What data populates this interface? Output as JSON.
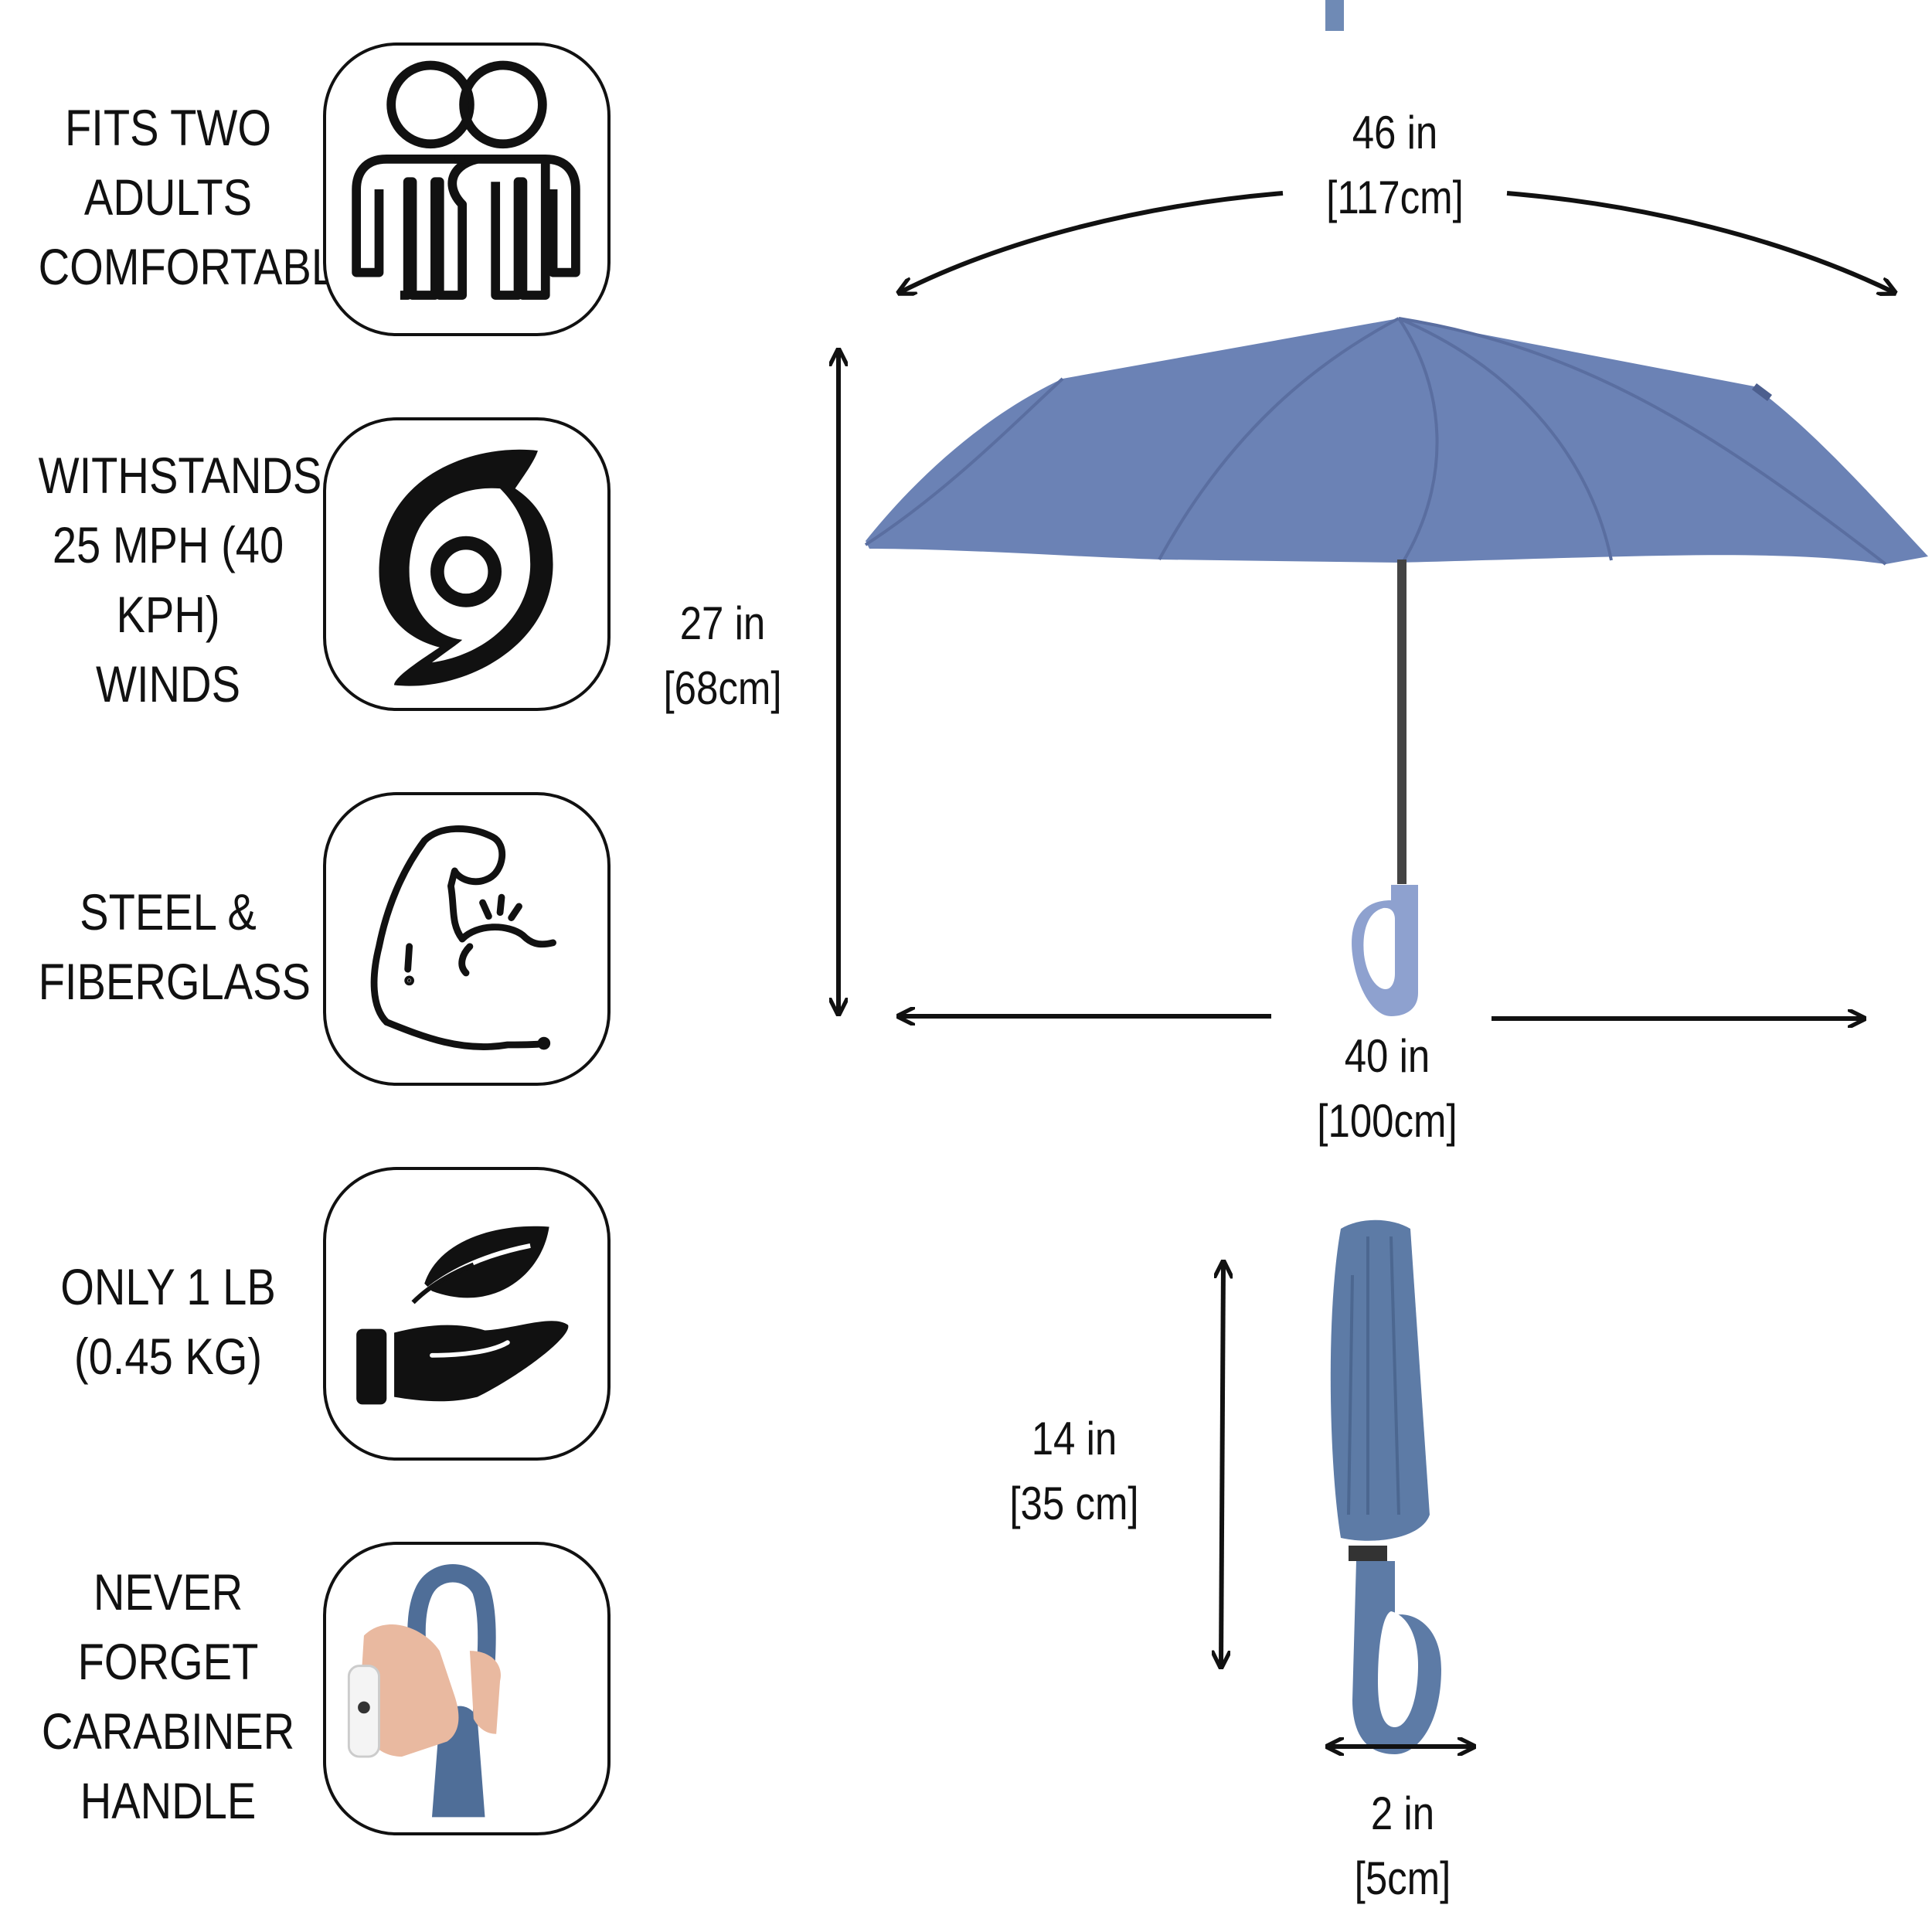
{
  "features": [
    {
      "id": "fits-two",
      "label": "FITS TWO\nADULTS\nCOMFORTABLY",
      "icon": "two-people-icon"
    },
    {
      "id": "wind",
      "label": "WITHSTANDS\n25 MPH (40\nKPH) WINDS",
      "icon": "hurricane-icon"
    },
    {
      "id": "material",
      "label": "STEEL &\nFIBERGLASS",
      "icon": "flexed-arm-icon"
    },
    {
      "id": "weight",
      "label": "ONLY 1 LB\n(0.45 KG)",
      "icon": "leaf-in-hand-icon"
    },
    {
      "id": "handle",
      "label": "NEVER\nFORGET\nCARABINER\nHANDLE",
      "icon": "carabiner-hand-photo-icon"
    }
  ],
  "dimensions": {
    "arc": {
      "inch": "46 in",
      "cm": "[117cm]"
    },
    "height": {
      "inch": "27 in",
      "cm": "[68cm]"
    },
    "width": {
      "inch": "40 in",
      "cm": "[100cm]"
    },
    "folded_length": {
      "inch": "14 in",
      "cm": "[35 cm]"
    },
    "handle_width": {
      "inch": "2 in",
      "cm": "[5cm]"
    }
  },
  "colors": {
    "canopy": "#6b82b5",
    "canopy_dark": "#5a6ea0",
    "folded": "#5d7ba6",
    "ink": "#111111"
  }
}
